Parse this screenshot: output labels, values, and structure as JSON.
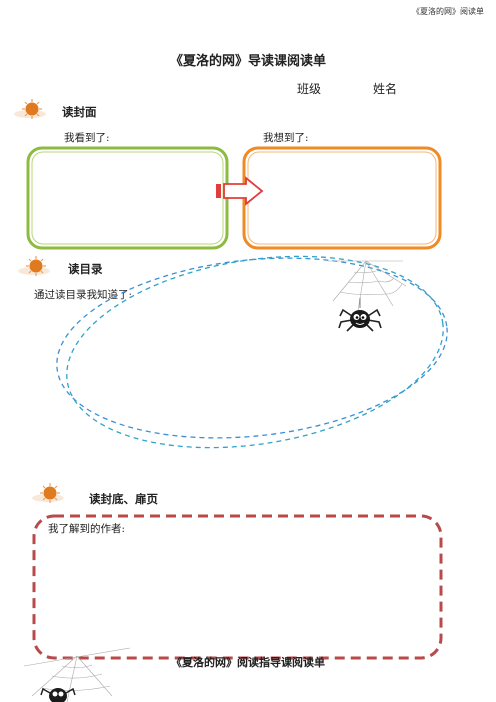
{
  "header_note": "《夏洛的网》阅读单",
  "title": "《夏洛的网》导读课阅读单",
  "meta": {
    "class_label": "班级",
    "name_label": "姓名"
  },
  "sections": [
    {
      "title": "读封面",
      "prompts": [
        "我看到了:",
        "我想到了:"
      ]
    },
    {
      "title": "读目录",
      "prompts": [
        "通过读目录我知道了:"
      ]
    },
    {
      "title": "读封底、扉页",
      "prompts": [
        "我了解到的作者:"
      ]
    }
  ],
  "footer_title": "《夏洛的网》阅读指导课阅读单",
  "colors": {
    "green_box": "#8dbb3f",
    "orange_box": "#f08a24",
    "arrow": "#e23c3c",
    "red_dash": "#b84a4a",
    "blue_dash": "#3a8fd6",
    "sun": "#e07a1e"
  },
  "icons": [
    "sun-icon",
    "spider-icon",
    "cobweb-icon",
    "arrow-right-icon"
  ]
}
